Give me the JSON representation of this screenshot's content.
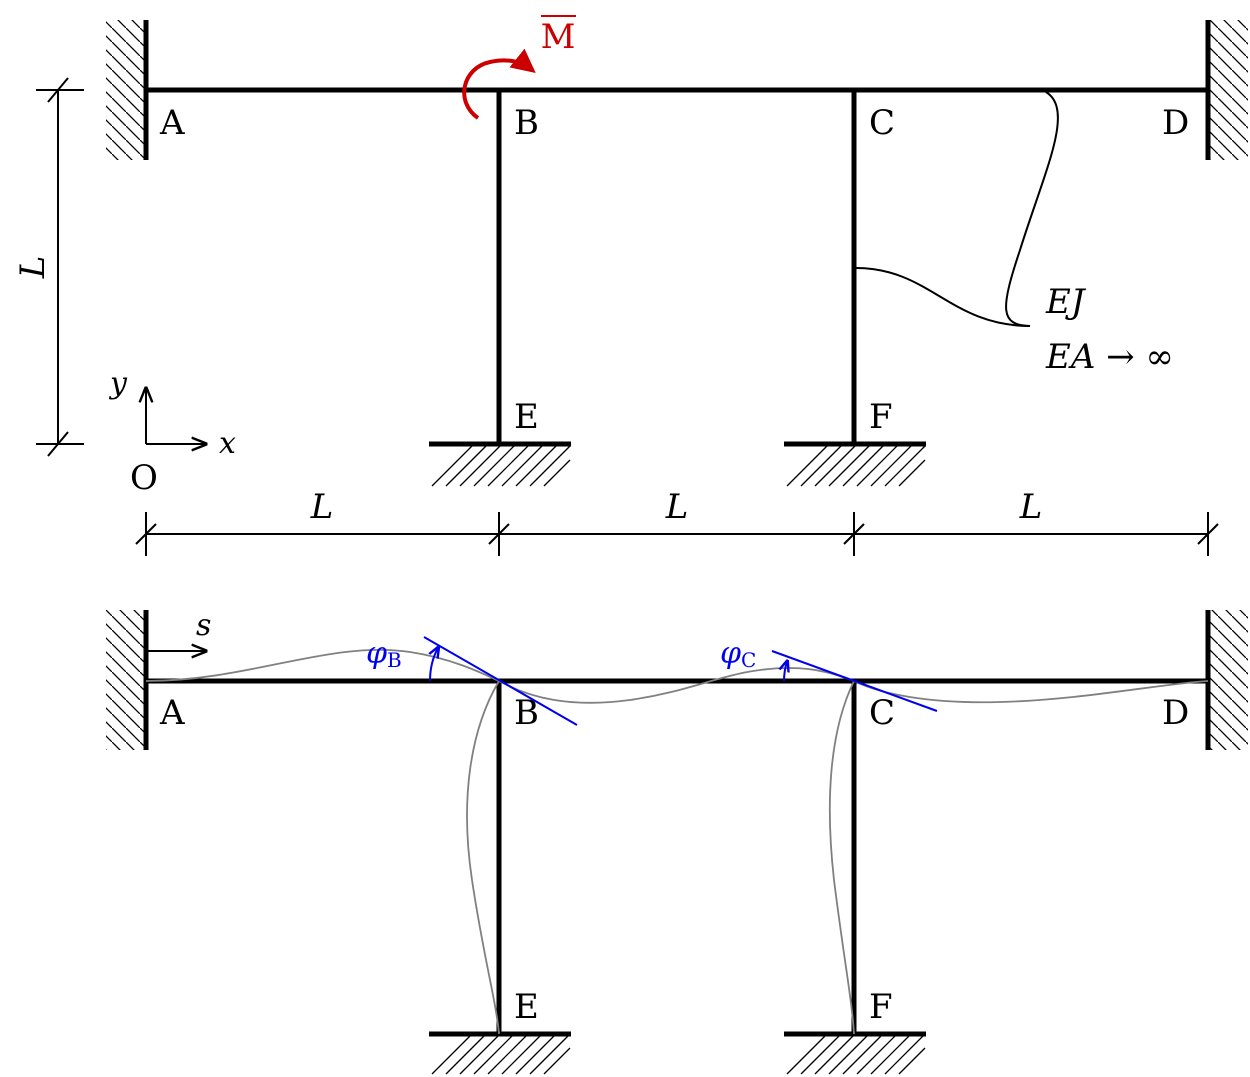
{
  "top_frame": {
    "nodes": {
      "A": "A",
      "B": "B",
      "C": "C",
      "D": "D",
      "E": "E",
      "F": "F"
    },
    "moment_label": "M",
    "properties": {
      "line1": "EJ",
      "line2": "EA → ∞"
    },
    "height_label": "L",
    "axes": {
      "x": "x",
      "y": "y",
      "origin": "O"
    }
  },
  "dimensions": {
    "span1": "L",
    "span2": "L",
    "span3": "L"
  },
  "deformed_frame": {
    "nodes": {
      "A": "A",
      "B": "B",
      "C": "C",
      "D": "D",
      "E": "E",
      "F": "F"
    },
    "s_label": "s",
    "rotation_B": {
      "symbol": "φ",
      "subscript": "B"
    },
    "rotation_C": {
      "symbol": "φ",
      "subscript": "C"
    }
  },
  "colors": {
    "load": "#cc0000",
    "rotation": "#0000ee",
    "deformed": "#808080"
  }
}
